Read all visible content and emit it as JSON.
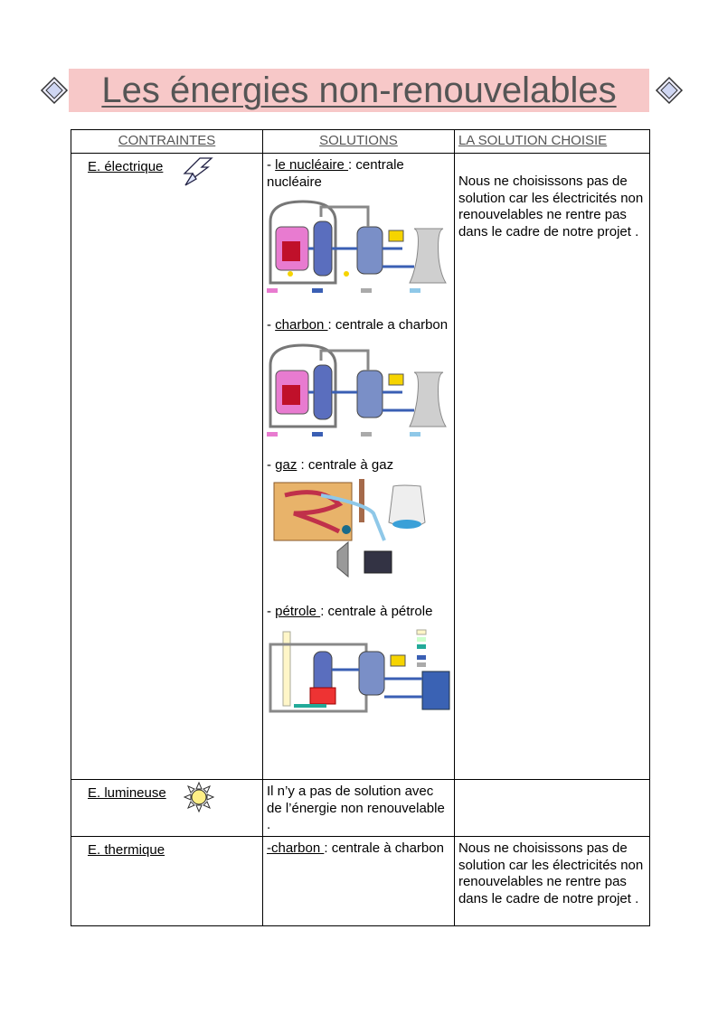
{
  "title": "Les énergies non-renouvelables",
  "headers": {
    "contraintes": " CONTRAINTES ",
    "solutions": "SOLUTIONS",
    "solution_choisie": " LA SOLUTION CHOISIE"
  },
  "rows": [
    {
      "constraint": "E.  électrique",
      "solutions": [
        {
          "prefix": "- ",
          "name": " le nucléaire ",
          "desc": ": centrale nucléaire"
        },
        {
          "prefix": "- ",
          "name": "charbon ",
          "desc": ": centrale a charbon"
        },
        {
          "prefix": "- ",
          "name": "gaz",
          "desc": " : centrale à gaz"
        },
        {
          "prefix": " - ",
          "name": "pétrole ",
          "desc": ": centrale à pétrole"
        }
      ],
      "choice": "Nous ne choisissons pas de solution car les électricités non renouvelables ne rentre pas dans le cadre de notre projet ."
    },
    {
      "constraint": "E. lumineuse",
      "solution_text": "Il n’y a pas de solution avec de l’énergie non renouvelable .",
      "choice": ""
    },
    {
      "constraint": "E. thermique",
      "solution_name": "-charbon ",
      "solution_desc": ":  centrale à charbon",
      "choice": "Nous ne choisissons pas de solution car les électricités non renouvelables ne rentre pas dans le cadre de notre projet ."
    }
  ],
  "icons": {
    "title_deco": "diamond-icon",
    "electric": "lightning-icon",
    "light": "sun-icon"
  },
  "colors": {
    "title_bg": "#f7c8c8",
    "header_text": "#555555"
  }
}
